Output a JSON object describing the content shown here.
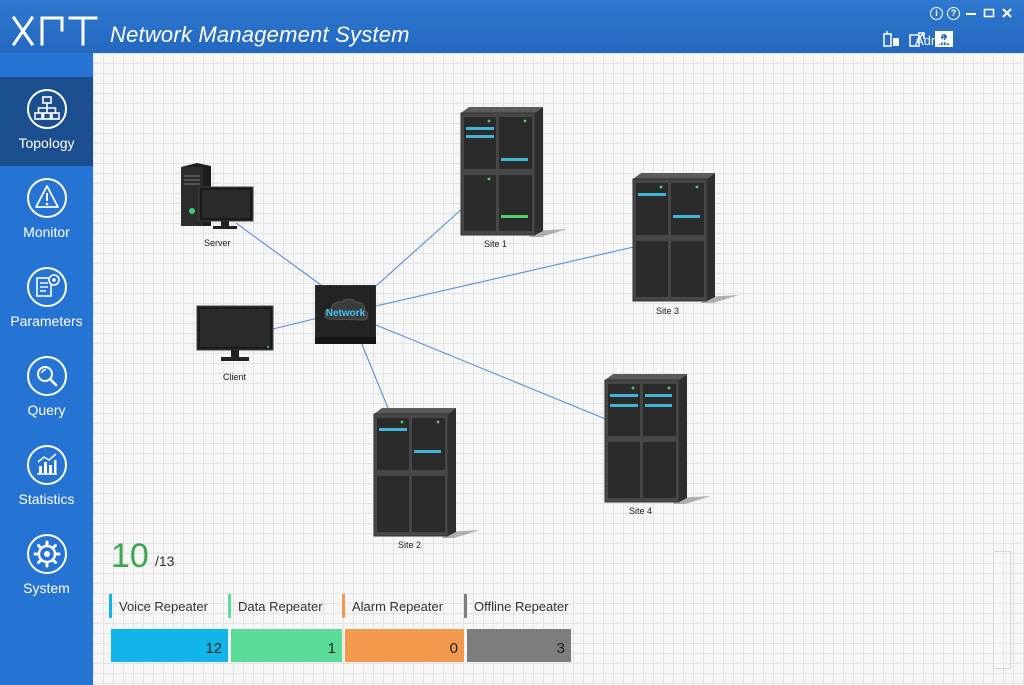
{
  "header": {
    "logo_text": "XPT",
    "title": "Network Management System",
    "user_name": "Admin",
    "window_controls": [
      "info-icon",
      "help-icon",
      "minimize-icon",
      "maximize-icon",
      "close-icon"
    ],
    "tools": [
      "device-tool-icon",
      "export-tool-icon",
      "user-icon"
    ]
  },
  "sidebar": {
    "items": [
      {
        "label": "Topology",
        "icon": "topology-icon",
        "active": true
      },
      {
        "label": "Monitor",
        "icon": "alarm-icon",
        "active": false
      },
      {
        "label": "Parameters",
        "icon": "parameters-icon",
        "active": false
      },
      {
        "label": "Query",
        "icon": "query-icon",
        "active": false
      },
      {
        "label": "Statistics",
        "icon": "statistics-icon",
        "active": false
      },
      {
        "label": "System",
        "icon": "system-gear-icon",
        "active": false
      }
    ]
  },
  "topology": {
    "nodes": {
      "server": {
        "label": "Server"
      },
      "client": {
        "label": "Client"
      },
      "network": {
        "label": "Network"
      },
      "site1": {
        "label": "Site 1"
      },
      "site2": {
        "label": "Site 2"
      },
      "site3": {
        "label": "Site 3"
      },
      "site4": {
        "label": "Site 4"
      }
    },
    "link_color": "#5b8fd8"
  },
  "stats": {
    "online_count": "10",
    "total_count": "/13",
    "online_color": "#3aa84a",
    "repeaters": [
      {
        "label": "Voice Repeater",
        "value": "12",
        "color": "#11b5ea"
      },
      {
        "label": "Data Repeater",
        "value": "1",
        "color": "#5bdc98"
      },
      {
        "label": "Alarm Repeater",
        "value": "0",
        "color": "#f2994e"
      },
      {
        "label": "Offline Repeater",
        "value": "3",
        "color": "#7d7d7d"
      }
    ]
  }
}
